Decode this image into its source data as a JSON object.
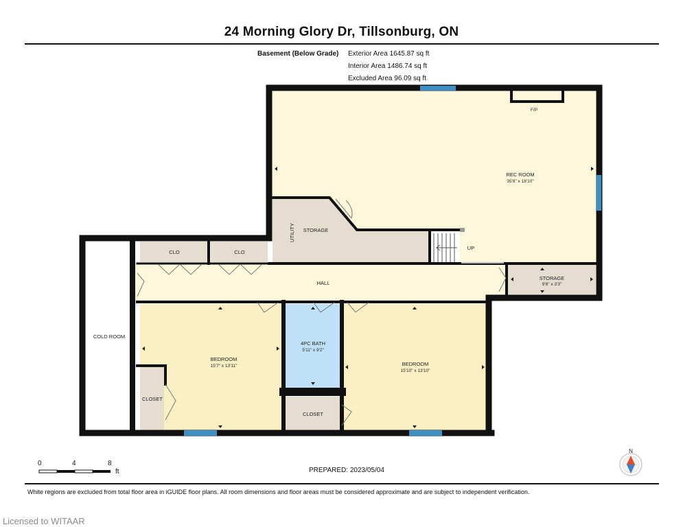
{
  "header": {
    "title": "24 Morning Glory Dr, Tillsonburg, ON"
  },
  "areas": {
    "level_label": "Basement (Below Grade)",
    "exterior": "Exterior Area 1645.87 sq ft",
    "interior": "Interior Area 1486.74 sq ft",
    "excluded": "Excluded Area 96.09 sq ft"
  },
  "rooms": {
    "rec_room": {
      "name": "REC ROOM",
      "dims": "35'8\" x 18'10\""
    },
    "fireplace": {
      "name": "F/P"
    },
    "utility": {
      "name": "UTILITY"
    },
    "storage_main": {
      "name": "STORAGE"
    },
    "stairs": {
      "name": "UP"
    },
    "clo_left": {
      "name": "CLO"
    },
    "clo_right": {
      "name": "CLO"
    },
    "hall": {
      "name": "HALL"
    },
    "storage_right": {
      "name": "STORAGE",
      "dims": "9'6\" x 3'3\""
    },
    "cold_room": {
      "name": "COLD ROOM"
    },
    "bedroom_left": {
      "name": "BEDROOM",
      "dims": "15'7\" x 13'11\""
    },
    "closet_left": {
      "name": "CLOSET"
    },
    "bath": {
      "name": "4PC BATH",
      "dims": "5'11\" x 9'2\""
    },
    "closet_bath": {
      "name": "CLOSET"
    },
    "bedroom_right": {
      "name": "BEDROOM",
      "dims": "15'10\" x 13'10\""
    }
  },
  "scale": {
    "t0": "0",
    "t1": "4",
    "t2": "8",
    "unit": "ft"
  },
  "compass": {
    "label": "N"
  },
  "prepared": "PREPARED: 2023/05/04",
  "footer_note": "White regions are excluded from total floor area in iGUIDE floor plans. All room dimensions and floor areas must be considered approximate and are subject to independent verification.",
  "licensed": "Licensed to WITAAR",
  "colors": {
    "wall": "#111111",
    "rec_room": "#fdf7dc",
    "bedroom": "#fbf0c4",
    "service": "#e6ddd1",
    "bath": "#bfe1f7",
    "window": "#3f8fc4"
  }
}
